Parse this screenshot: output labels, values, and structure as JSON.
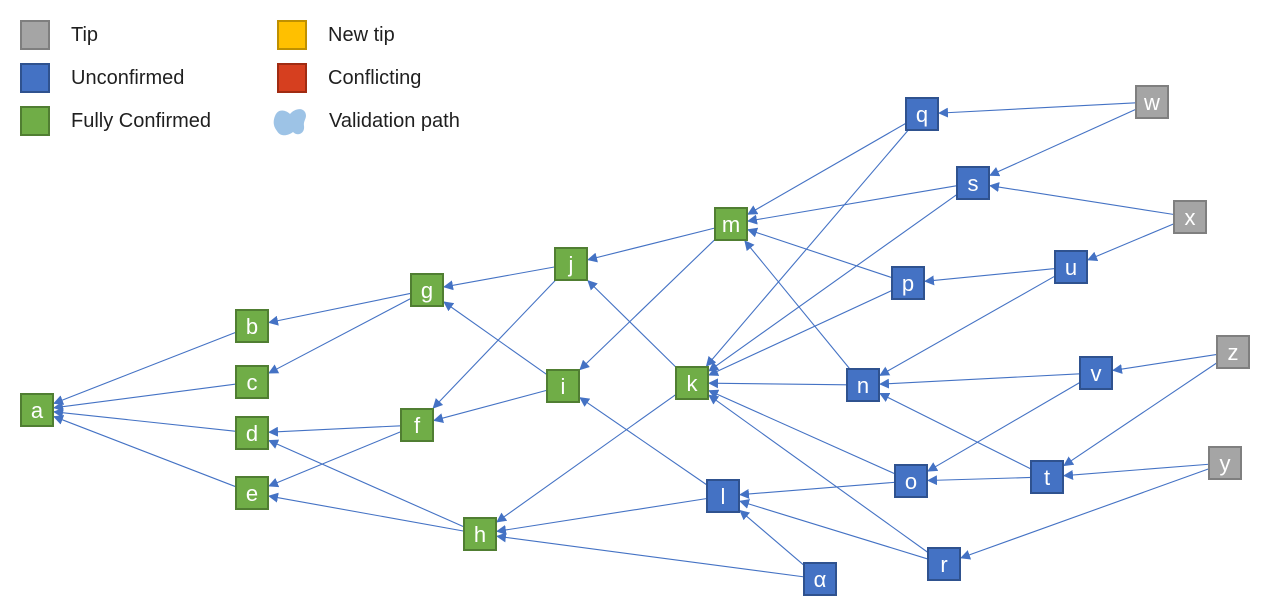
{
  "colors": {
    "tip_fill": "#a5a5a5",
    "tip_border": "#7f7f7f",
    "unconfirmed_fill": "#4472c4",
    "unconfirmed_border": "#2f528f",
    "confirmed_fill": "#70ad47",
    "confirmed_border": "#507e32",
    "new_tip_fill": "#ffc000",
    "new_tip_border": "#bf9000",
    "conflicting_fill": "#d63f1f",
    "conflicting_border": "#a02b12",
    "validation_path": "#9dc3e6",
    "edge": "#4472c4",
    "node_text": "#ffffff"
  },
  "legend": [
    {
      "key": "tip",
      "label": "Tip"
    },
    {
      "key": "unconfirmed",
      "label": "Unconfirmed"
    },
    {
      "key": "confirmed",
      "label": "Fully Confirmed"
    },
    {
      "key": "new_tip",
      "label": "New tip"
    },
    {
      "key": "conflicting",
      "label": "Conflicting"
    },
    {
      "key": "validation_path",
      "label": "Validation path"
    }
  ],
  "nodes": [
    {
      "id": "a",
      "label": "a",
      "status": "confirmed"
    },
    {
      "id": "b",
      "label": "b",
      "status": "confirmed"
    },
    {
      "id": "c",
      "label": "c",
      "status": "confirmed"
    },
    {
      "id": "d",
      "label": "d",
      "status": "confirmed"
    },
    {
      "id": "e",
      "label": "e",
      "status": "confirmed"
    },
    {
      "id": "f",
      "label": "f",
      "status": "confirmed"
    },
    {
      "id": "g",
      "label": "g",
      "status": "confirmed"
    },
    {
      "id": "h",
      "label": "h",
      "status": "confirmed"
    },
    {
      "id": "i",
      "label": "i",
      "status": "confirmed"
    },
    {
      "id": "j",
      "label": "j",
      "status": "confirmed"
    },
    {
      "id": "k",
      "label": "k",
      "status": "confirmed"
    },
    {
      "id": "m",
      "label": "m",
      "status": "confirmed"
    },
    {
      "id": "l",
      "label": "l",
      "status": "unconfirmed"
    },
    {
      "id": "n",
      "label": "n",
      "status": "unconfirmed"
    },
    {
      "id": "o",
      "label": "o",
      "status": "unconfirmed"
    },
    {
      "id": "p",
      "label": "p",
      "status": "unconfirmed"
    },
    {
      "id": "q",
      "label": "q",
      "status": "unconfirmed"
    },
    {
      "id": "r",
      "label": "r",
      "status": "unconfirmed"
    },
    {
      "id": "s",
      "label": "s",
      "status": "unconfirmed"
    },
    {
      "id": "t",
      "label": "t",
      "status": "unconfirmed"
    },
    {
      "id": "u",
      "label": "u",
      "status": "unconfirmed"
    },
    {
      "id": "v",
      "label": "v",
      "status": "unconfirmed"
    },
    {
      "id": "alpha",
      "label": "α",
      "status": "unconfirmed"
    },
    {
      "id": "w",
      "label": "w",
      "status": "tip"
    },
    {
      "id": "x",
      "label": "x",
      "status": "tip"
    },
    {
      "id": "y",
      "label": "y",
      "status": "tip"
    },
    {
      "id": "z",
      "label": "z",
      "status": "tip"
    }
  ],
  "edges": [
    {
      "from": "b",
      "to": "a"
    },
    {
      "from": "c",
      "to": "a"
    },
    {
      "from": "d",
      "to": "a"
    },
    {
      "from": "e",
      "to": "a"
    },
    {
      "from": "g",
      "to": "b"
    },
    {
      "from": "g",
      "to": "c"
    },
    {
      "from": "f",
      "to": "d"
    },
    {
      "from": "f",
      "to": "e"
    },
    {
      "from": "h",
      "to": "d"
    },
    {
      "from": "h",
      "to": "e"
    },
    {
      "from": "j",
      "to": "g"
    },
    {
      "from": "j",
      "to": "f"
    },
    {
      "from": "i",
      "to": "g"
    },
    {
      "from": "i",
      "to": "f"
    },
    {
      "from": "m",
      "to": "j"
    },
    {
      "from": "m",
      "to": "i"
    },
    {
      "from": "k",
      "to": "j"
    },
    {
      "from": "k",
      "to": "h"
    },
    {
      "from": "l",
      "to": "i"
    },
    {
      "from": "l",
      "to": "h"
    },
    {
      "from": "alpha",
      "to": "h"
    },
    {
      "from": "alpha",
      "to": "l"
    },
    {
      "from": "q",
      "to": "m"
    },
    {
      "from": "s",
      "to": "m"
    },
    {
      "from": "n",
      "to": "m"
    },
    {
      "from": "p",
      "to": "m"
    },
    {
      "from": "q",
      "to": "k"
    },
    {
      "from": "s",
      "to": "k"
    },
    {
      "from": "p",
      "to": "k"
    },
    {
      "from": "n",
      "to": "k"
    },
    {
      "from": "o",
      "to": "k"
    },
    {
      "from": "r",
      "to": "k"
    },
    {
      "from": "o",
      "to": "l"
    },
    {
      "from": "r",
      "to": "l"
    },
    {
      "from": "w",
      "to": "q"
    },
    {
      "from": "w",
      "to": "s"
    },
    {
      "from": "x",
      "to": "s"
    },
    {
      "from": "x",
      "to": "u"
    },
    {
      "from": "u",
      "to": "p"
    },
    {
      "from": "u",
      "to": "n"
    },
    {
      "from": "v",
      "to": "n"
    },
    {
      "from": "v",
      "to": "o"
    },
    {
      "from": "t",
      "to": "n"
    },
    {
      "from": "t",
      "to": "o"
    },
    {
      "from": "z",
      "to": "v"
    },
    {
      "from": "z",
      "to": "t"
    },
    {
      "from": "y",
      "to": "t"
    },
    {
      "from": "y",
      "to": "r"
    }
  ]
}
